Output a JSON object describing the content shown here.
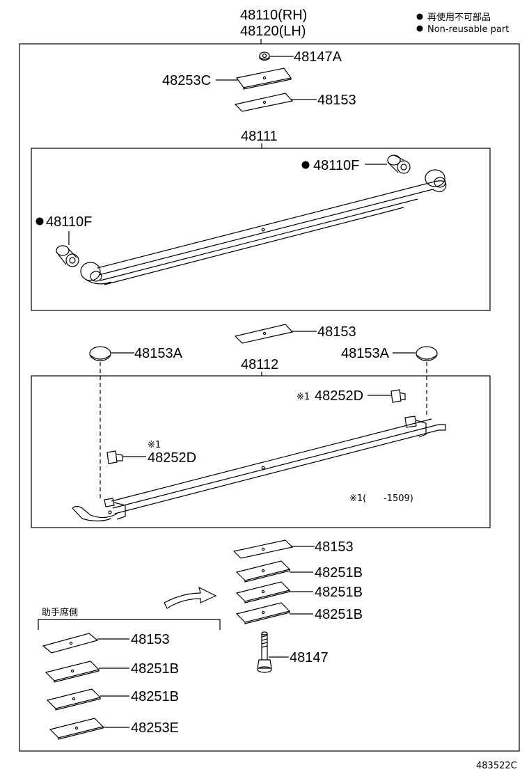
{
  "legend": {
    "line1": "再使用不可部品",
    "line2": "Non-reusable part"
  },
  "header": {
    "rh": "48110(RH)",
    "lh": "48120(LH)"
  },
  "parts": {
    "p48147A": "48147A",
    "p48253C": "48253C",
    "p48153_top": "48153",
    "p48111": "48111",
    "p48110F_right": "48110F",
    "p48110F_left": "48110F",
    "p48153_mid": "48153",
    "p48153A_left": "48153A",
    "p48153A_right": "48153A",
    "p48112": "48112",
    "p48252D_right": "48252D",
    "p48252D_left": "48252D",
    "p48153_lower": "48153",
    "p48251B_1": "48251B",
    "p48251B_2": "48251B",
    "p48251B_3": "48251B",
    "p48147": "48147",
    "p48153_inset": "48153",
    "p48251B_inset1": "48251B",
    "p48251B_inset2": "48251B",
    "p48253E": "48253E"
  },
  "notes": {
    "mark_right": "※1",
    "mark_left": "※1",
    "footnote": "※1(      -1509)",
    "inset_title": "助手席側"
  },
  "figure_id": "483522C"
}
